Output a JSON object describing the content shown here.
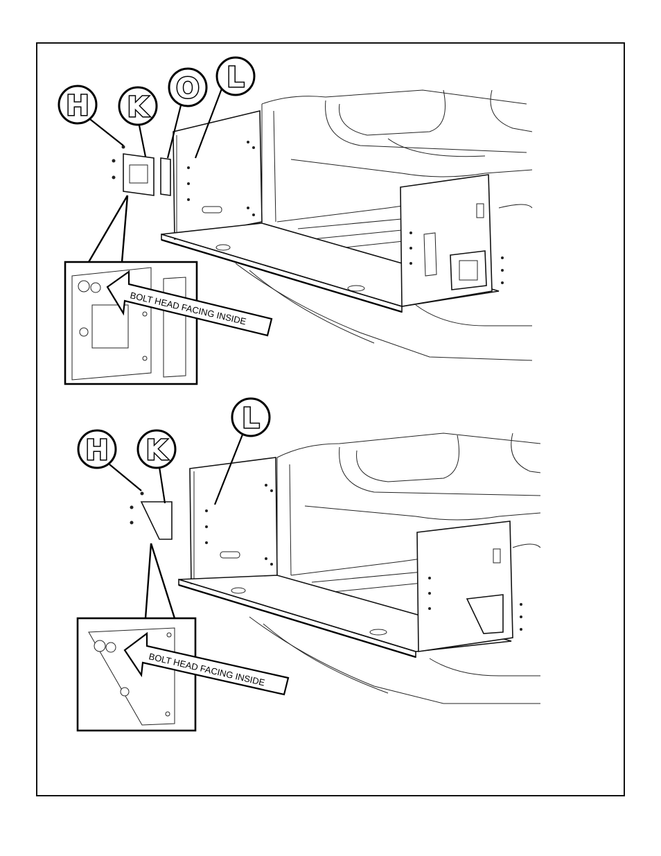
{
  "diagram": {
    "top": {
      "callouts": [
        "H",
        "K",
        "O",
        "L"
      ],
      "inset_arrow_text": "BOLT HEAD FACING INSIDE"
    },
    "bottom": {
      "callouts": [
        "H",
        "K",
        "L"
      ],
      "inset_arrow_text": "BOLT HEAD FACING INSIDE"
    }
  }
}
